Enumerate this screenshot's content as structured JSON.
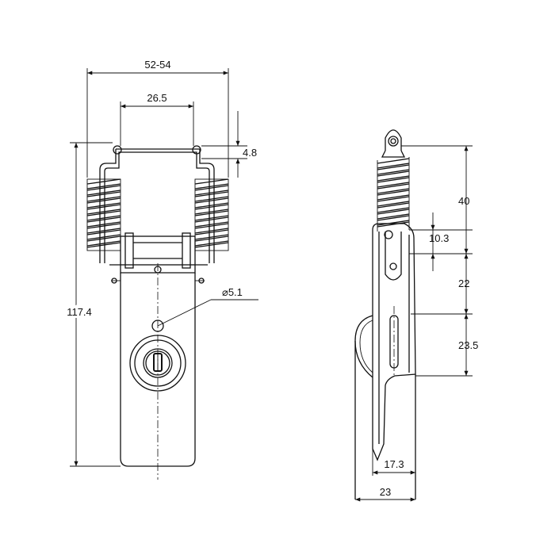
{
  "dimensions": {
    "overall_width": "52-54",
    "hook_width": "26.5",
    "pin_offset": "4.8",
    "overall_height": "117.4",
    "hole_diameter": "⌀5.1",
    "spring_length": "40",
    "hook_depth": "10.3",
    "pivot_spacing": "22",
    "slot_length": "23.5",
    "tip_width": "17.3",
    "side_width": "23"
  }
}
